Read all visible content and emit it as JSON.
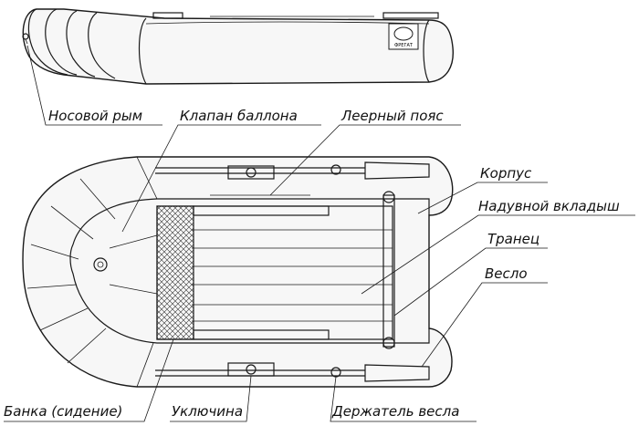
{
  "callouts": {
    "bow_ring": "Носовой рым",
    "tube_valve": "Клапан баллона",
    "lifeline": "Леерный пояс",
    "hull": "Корпус",
    "inflatable_liner": "Надувной вкладыш",
    "transom": "Транец",
    "oar": "Весло",
    "seat": "Банка (сидение)",
    "oarlock": "Уключина",
    "oar_holder": "Держатель весла"
  },
  "brand_badge": {
    "text": "ФРЕГАТ"
  }
}
